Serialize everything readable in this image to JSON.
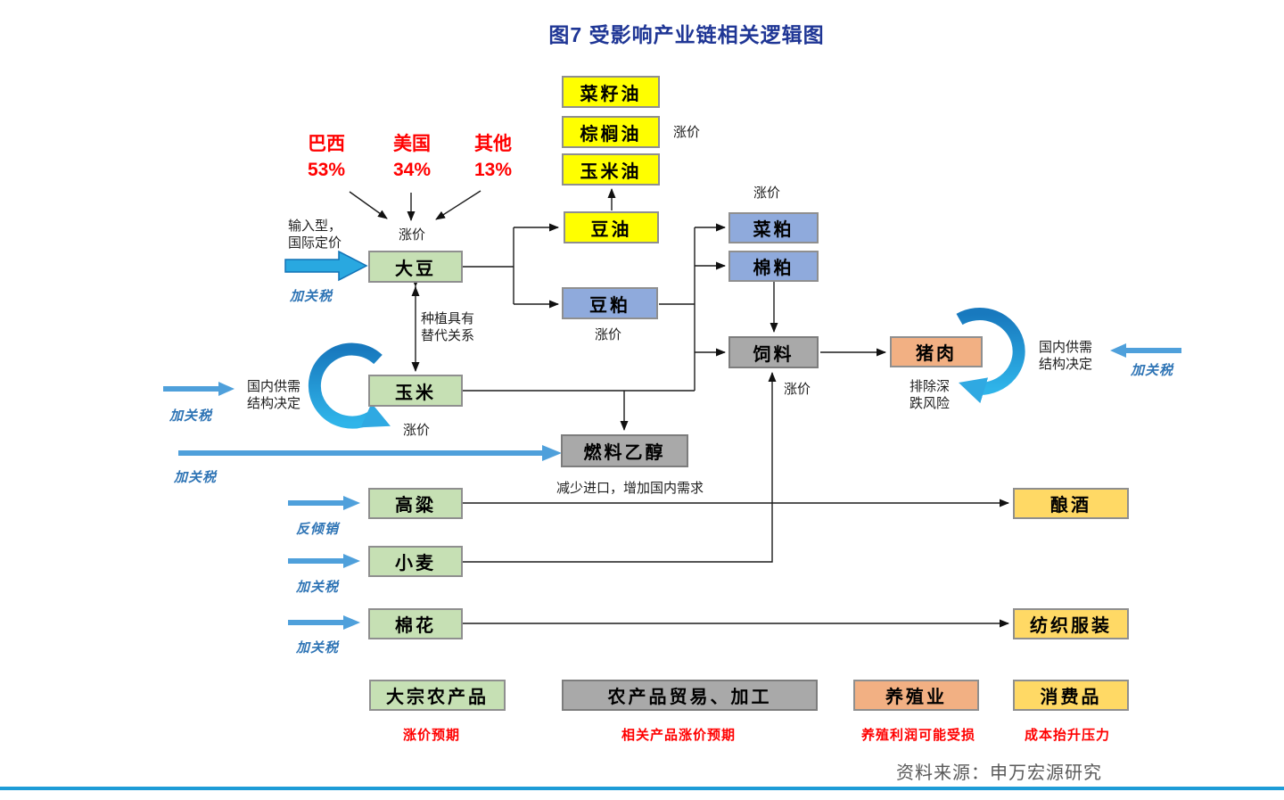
{
  "title": "图7 受影响产业链相关逻辑图",
  "source": "资料来源：申万宏源研究",
  "origins": [
    {
      "name": "巴西",
      "share": "53%"
    },
    {
      "name": "美国",
      "share": "34%"
    },
    {
      "name": "其他",
      "share": "13%"
    }
  ],
  "nodes": {
    "rapeseed_oil": "菜籽油",
    "palm_oil": "棕榈油",
    "corn_oil": "玉米油",
    "soy_oil": "豆油",
    "soy_meal": "豆粕",
    "soybean": "大豆",
    "corn": "玉米",
    "fuel_ethanol": "燃料乙醇",
    "rape_meal": "菜粕",
    "cotton_meal": "棉粕",
    "feed": "饲料",
    "pork": "猪肉",
    "sorghum": "高粱",
    "wheat": "小麦",
    "cotton": "棉花",
    "brewing": "酿酒",
    "textile": "纺织服装"
  },
  "annotations": {
    "price_up": "涨价",
    "import_pricing_1": "输入型，",
    "import_pricing_2": "国际定价",
    "substitution_1": "种植具有",
    "substitution_2": "替代关系",
    "domestic_supply_1": "国内供需",
    "domestic_supply_2": "结构决定",
    "ethanol_note": "减少进口，增加国内需求",
    "pork_note_1": "排除深",
    "pork_note_2": "跌风险"
  },
  "actions": {
    "tariff": "加关税",
    "anti_dumping": "反倾销"
  },
  "legend": [
    {
      "label": "大宗农产品",
      "note": "涨价预期"
    },
    {
      "label": "农产品贸易、加工",
      "note": "相关产品涨价预期"
    },
    {
      "label": "养殖业",
      "note": "养殖利润可能受损"
    },
    {
      "label": "消费品",
      "note": "成本抬升压力"
    }
  ],
  "colors": {
    "green_box": "#C6E0B4",
    "yellow_box": "#FFFF00",
    "gold_box": "#FFD965",
    "blue_box": "#8FAADC",
    "gray_box": "#A9A9A9",
    "orange_box": "#F2B083",
    "flat_arrow_blue": "#4FA0DB",
    "bright_arrow_blue": "#29A8E0",
    "title_blue": "#1F3695",
    "label_blue": "#2E74B5",
    "note_red": "#FF0000",
    "footer_rule_blue": "#1E9CD7"
  }
}
